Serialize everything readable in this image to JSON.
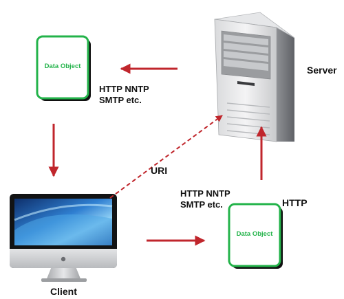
{
  "diagram": {
    "nodes": {
      "server": {
        "label": "Server"
      },
      "client": {
        "label": "Client"
      },
      "data_object_top": {
        "label": "Data Object"
      },
      "data_object_bottom": {
        "label": "Data Object"
      }
    },
    "edges": {
      "server_to_top_doc": {
        "label_line1": "HTTP NNTP",
        "label_line2": "SMTP etc."
      },
      "client_to_server_uri": {
        "label": "URI"
      },
      "client_to_bottom_doc": {
        "label_line1": "HTTP NNTP",
        "label_line2": "SMTP etc."
      },
      "bottom_doc_to_server": {
        "label": "HTTP"
      }
    },
    "colors": {
      "arrow": "#c0262c",
      "document_border": "#23b34a",
      "document_text": "#23b34a"
    }
  }
}
